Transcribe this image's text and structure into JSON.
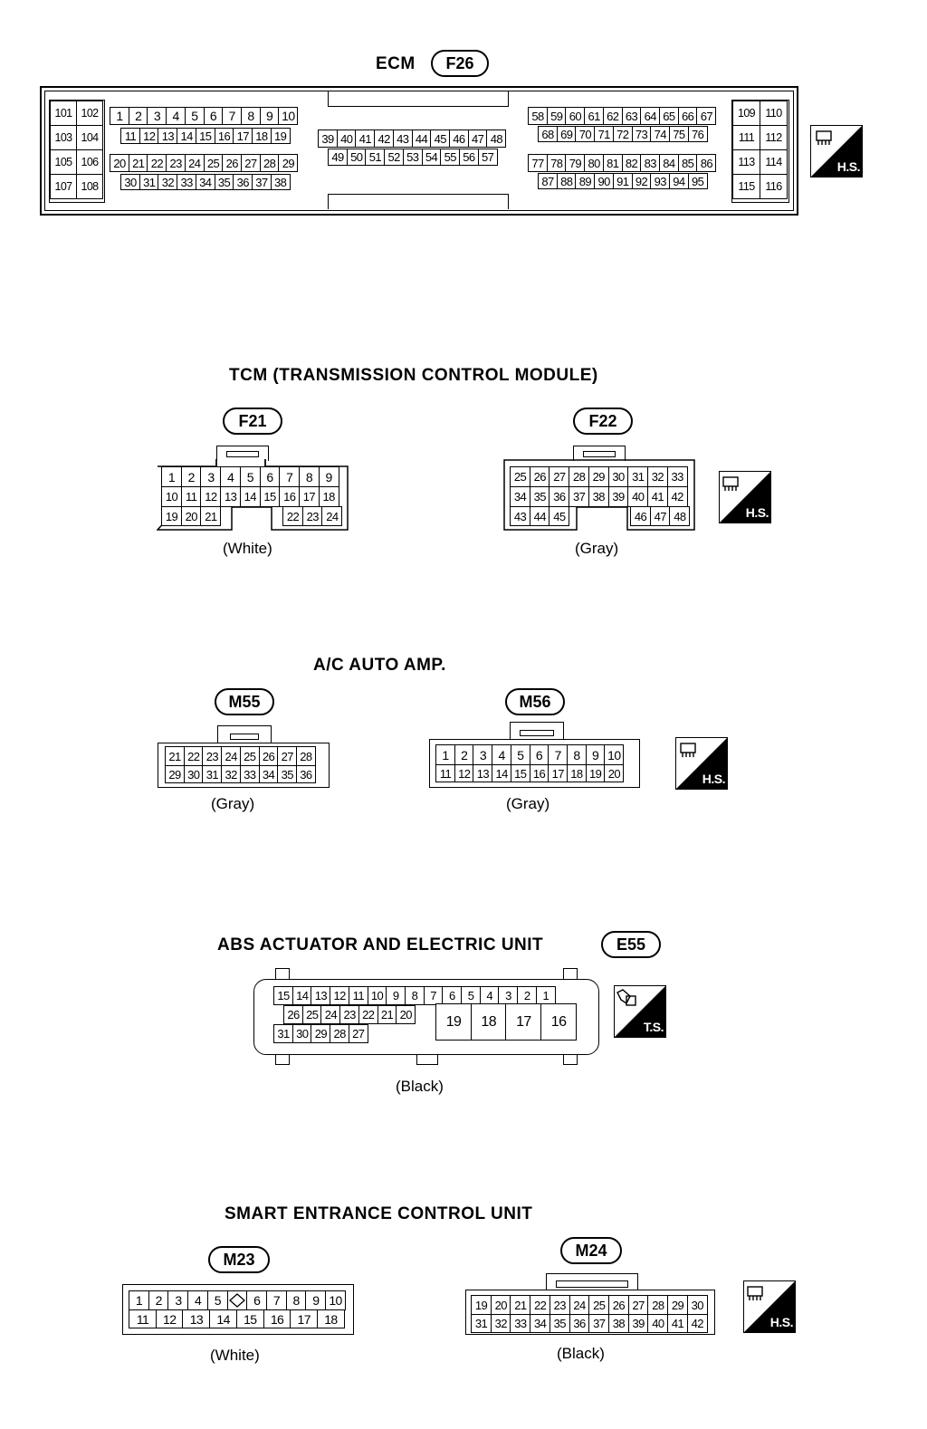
{
  "ecm": {
    "title": "ECM",
    "connector_id": "F26",
    "pins_left_block": [
      "101",
      "102",
      "103",
      "104",
      "105",
      "106",
      "107",
      "108"
    ],
    "row1a": [
      "1",
      "2",
      "3",
      "4",
      "5",
      "6",
      "7",
      "8",
      "9",
      "10"
    ],
    "row1b": [
      "11",
      "12",
      "13",
      "14",
      "15",
      "16",
      "17",
      "18",
      "19"
    ],
    "row1c": [
      "20",
      "21",
      "22",
      "23",
      "24",
      "25",
      "26",
      "27",
      "28",
      "29"
    ],
    "row1d": [
      "30",
      "31",
      "32",
      "33",
      "34",
      "35",
      "36",
      "37",
      "38"
    ],
    "row2a": [
      "39",
      "40",
      "41",
      "42",
      "43",
      "44",
      "45",
      "46",
      "47",
      "48"
    ],
    "row2b": [
      "49",
      "50",
      "51",
      "52",
      "53",
      "54",
      "55",
      "56",
      "57"
    ],
    "row3a": [
      "58",
      "59",
      "60",
      "61",
      "62",
      "63",
      "64",
      "65",
      "66",
      "67"
    ],
    "row3b": [
      "68",
      "69",
      "70",
      "71",
      "72",
      "73",
      "74",
      "75",
      "76"
    ],
    "row3c": [
      "77",
      "78",
      "79",
      "80",
      "81",
      "82",
      "83",
      "84",
      "85",
      "86"
    ],
    "row3d": [
      "87",
      "88",
      "89",
      "90",
      "91",
      "92",
      "93",
      "94",
      "95"
    ],
    "pins_right_block": [
      "109",
      "110",
      "111",
      "112",
      "113",
      "114",
      "115",
      "116"
    ],
    "harness_badge": "H.S."
  },
  "tcm": {
    "title": "TCM (TRANSMISSION CONTROL MODULE)",
    "f21": {
      "connector_id": "F21",
      "row1": [
        "1",
        "2",
        "3",
        "4",
        "5",
        "6",
        "7",
        "8",
        "9"
      ],
      "row2": [
        "10",
        "11",
        "12",
        "13",
        "14",
        "15",
        "16",
        "17",
        "18"
      ],
      "row3_left": [
        "19",
        "20",
        "21"
      ],
      "row3_right": [
        "22",
        "23",
        "24"
      ],
      "color": "(White)"
    },
    "f22": {
      "connector_id": "F22",
      "row1": [
        "25",
        "26",
        "27",
        "28",
        "29",
        "30",
        "31",
        "32",
        "33"
      ],
      "row2": [
        "34",
        "35",
        "36",
        "37",
        "38",
        "39",
        "40",
        "41",
        "42"
      ],
      "row3_left": [
        "43",
        "44",
        "45"
      ],
      "row3_right": [
        "46",
        "47",
        "48"
      ],
      "color": "(Gray)"
    },
    "harness_badge": "H.S."
  },
  "ac": {
    "title": "A/C AUTO AMP.",
    "m55": {
      "connector_id": "M55",
      "row1": [
        "21",
        "22",
        "23",
        "24",
        "25",
        "26",
        "27",
        "28"
      ],
      "row2": [
        "29",
        "30",
        "31",
        "32",
        "33",
        "34",
        "35",
        "36"
      ],
      "color": "(Gray)"
    },
    "m56": {
      "connector_id": "M56",
      "row1": [
        "1",
        "2",
        "3",
        "4",
        "5",
        "6",
        "7",
        "8",
        "9",
        "10"
      ],
      "row2": [
        "11",
        "12",
        "13",
        "14",
        "15",
        "16",
        "17",
        "18",
        "19",
        "20"
      ],
      "color": "(Gray)"
    },
    "harness_badge": "H.S."
  },
  "abs": {
    "title": "ABS ACTUATOR AND ELECTRIC UNIT",
    "connector_id": "E55",
    "row1": [
      "15",
      "14",
      "13",
      "12",
      "11",
      "10",
      "9",
      "8",
      "7",
      "6",
      "5",
      "4",
      "3",
      "2",
      "1"
    ],
    "row2": [
      "26",
      "25",
      "24",
      "23",
      "22",
      "21",
      "20"
    ],
    "row3": [
      "31",
      "30",
      "29",
      "28",
      "27"
    ],
    "large_pins": [
      "19",
      "18",
      "17",
      "16"
    ],
    "color": "(Black)",
    "terminal_badge": "T.S."
  },
  "smart": {
    "title": "SMART ENTRANCE CONTROL UNIT",
    "m23": {
      "connector_id": "M23",
      "row1": [
        "1",
        "2",
        "3",
        "4",
        "5",
        "",
        "6",
        "7",
        "8",
        "9",
        "10"
      ],
      "row2": [
        "11",
        "12",
        "13",
        "14",
        "15",
        "16",
        "17",
        "18"
      ],
      "color": "(White)"
    },
    "m24": {
      "connector_id": "M24",
      "row1": [
        "19",
        "20",
        "21",
        "22",
        "23",
        "24",
        "25",
        "26",
        "27",
        "28",
        "29",
        "30"
      ],
      "row2": [
        "31",
        "32",
        "33",
        "34",
        "35",
        "36",
        "37",
        "38",
        "39",
        "40",
        "41",
        "42"
      ],
      "color": "(Black)"
    },
    "harness_badge": "H.S."
  }
}
